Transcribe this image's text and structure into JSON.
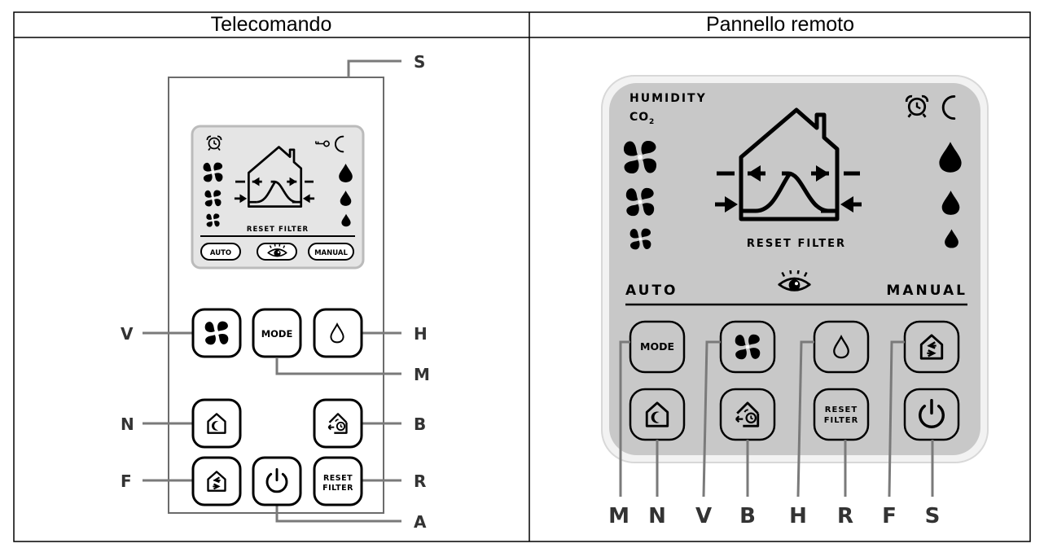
{
  "table": {
    "headers": [
      "Telecomando",
      "Pannello remoto"
    ]
  },
  "remote": {
    "display": {
      "reset_filter": "RESET FILTER"
    },
    "modes": [
      "AUTO",
      "MANUAL"
    ],
    "buttons": {
      "mode": "MODE",
      "reset_line1": "RESET",
      "reset_line2": "FILTER"
    },
    "labels": {
      "S": "S",
      "V": "V",
      "H": "H",
      "M": "M",
      "N": "N",
      "B": "B",
      "F": "F",
      "R": "R",
      "A": "A"
    }
  },
  "panel": {
    "humidity": "HUMIDITY",
    "co2": "CO",
    "co2_sub": "2",
    "reset_filter": "RESET FILTER",
    "modes": [
      "AUTO",
      "MANUAL"
    ],
    "buttons": {
      "mode": "MODE",
      "reset_line1": "RESET",
      "reset_line2": "FILTER"
    },
    "bottom_labels": [
      "M",
      "N",
      "V",
      "B",
      "H",
      "R",
      "F",
      "S"
    ]
  },
  "icons": [
    "fan-icon",
    "drop-icon",
    "alarm-clock-icon",
    "moon-icon",
    "key-icon",
    "eye-icon",
    "house-icon",
    "power-icon",
    "night-mode-icon",
    "timer-icon",
    "free-cooling-icon"
  ]
}
